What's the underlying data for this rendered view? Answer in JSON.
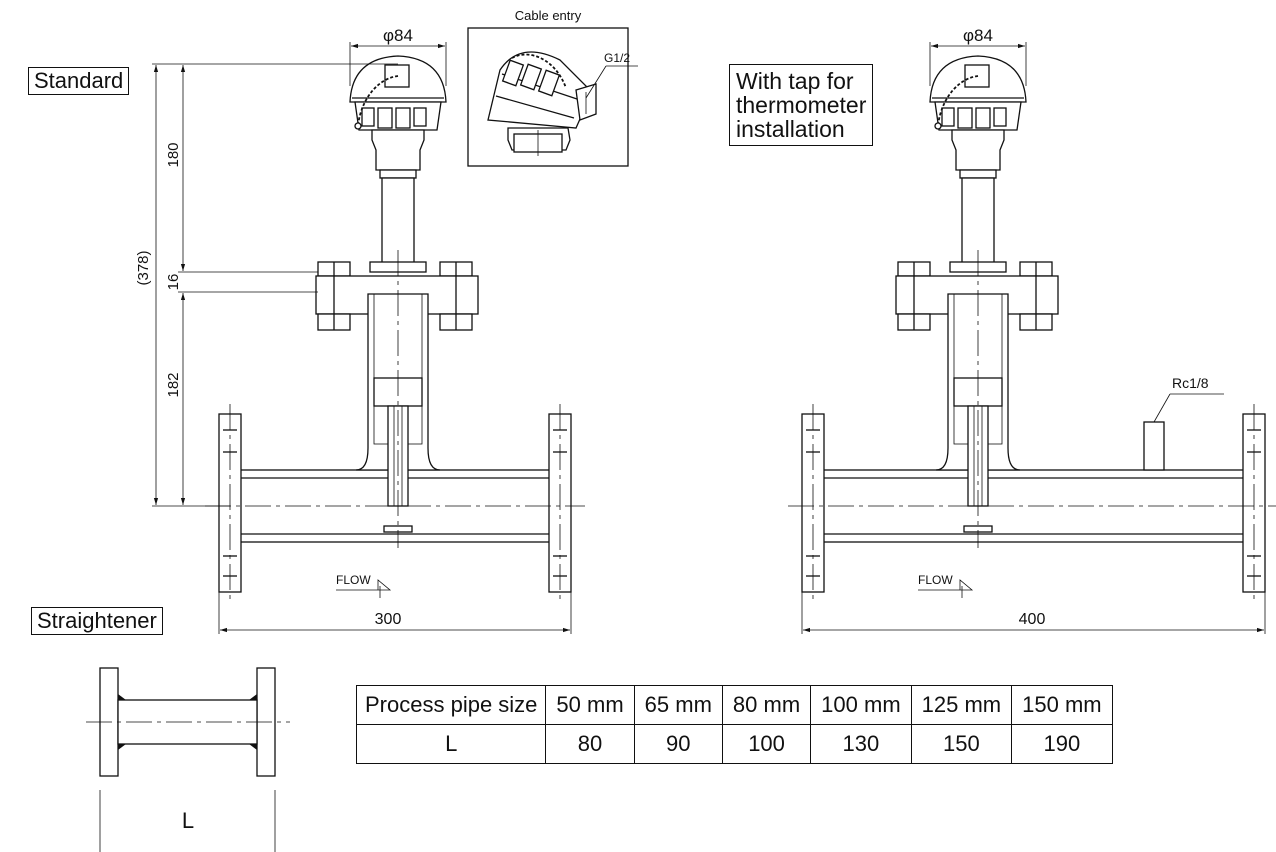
{
  "labels": {
    "standard": "Standard",
    "thermometer_tap_lines": [
      "With tap for",
      "thermometer",
      "installation"
    ],
    "straightener": "Straightener",
    "cable_entry": "Cable entry",
    "cable_thread": "G1/2",
    "diameter_left": "φ84",
    "diameter_right": "φ84",
    "tap_thread": "Rc1/8",
    "flow_left": "FLOW",
    "flow_right": "FLOW"
  },
  "dimensions": {
    "overall_height": "(378)",
    "head_height": "180",
    "flange_thickness": "16",
    "lower_height": "182",
    "length_standard": "300",
    "length_thermo_tap": "400",
    "straightener_length": "L"
  },
  "table": {
    "header": "Process pipe size",
    "row_label": "L",
    "sizes": [
      "50 mm",
      "65 mm",
      "80 mm",
      "100 mm",
      "125 mm",
      "150 mm"
    ],
    "lengths": [
      "80",
      "90",
      "100",
      "130",
      "150",
      "190"
    ]
  }
}
